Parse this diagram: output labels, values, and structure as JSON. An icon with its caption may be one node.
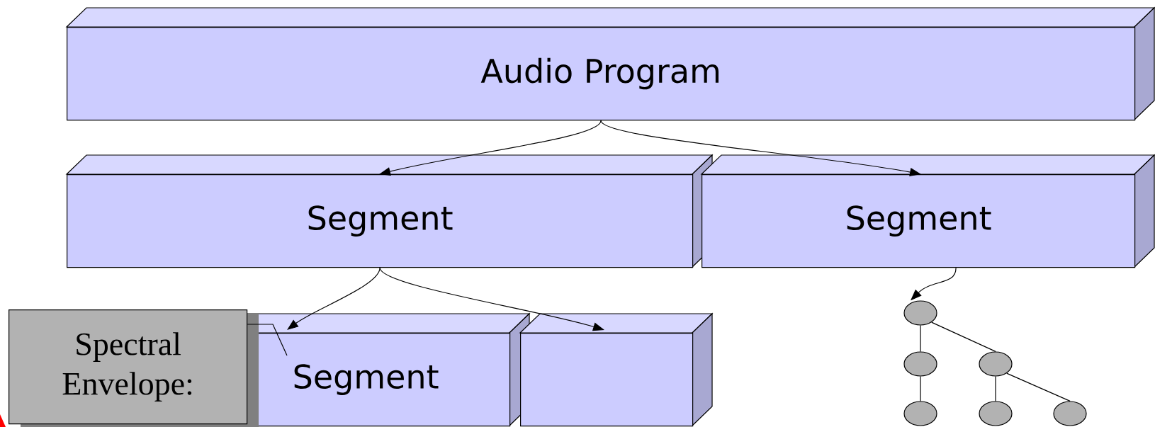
{
  "diagram": {
    "nodes": [
      {
        "text": [
          "Audio Program"
        ]
      },
      {
        "text": [
          "Segment"
        ]
      },
      {
        "text": [
          "Segment"
        ]
      },
      {
        "text": [
          "Segment"
        ]
      },
      {
        "text": [],
        "shape": "box"
      },
      {
        "text": [
          "Spectral Envelope:"
        ]
      },
      {
        "text": [],
        "shape": "circle"
      },
      {
        "text": [],
        "shape": "circle"
      },
      {
        "text": [],
        "shape": "circle"
      },
      {
        "text": [],
        "shape": "circle"
      },
      {
        "text": [],
        "shape": "circle"
      },
      {
        "text": [],
        "shape": "circle"
      }
    ],
    "edges": [
      {
        "from": 0,
        "to": 1,
        "arrow": "to"
      },
      {
        "from": 0,
        "to": 2,
        "arrow": "to"
      },
      {
        "from": 1,
        "to": 3,
        "arrow": "to"
      },
      {
        "from": 1,
        "to": 4,
        "arrow": "to"
      },
      {
        "from": 2,
        "to": 6,
        "arrow": "to"
      },
      {
        "from": 5,
        "to": 3,
        "arrow": "none"
      },
      {
        "from": 6,
        "to": 7,
        "arrow": "none"
      },
      {
        "from": 6,
        "to": 8,
        "arrow": "none"
      },
      {
        "from": 7,
        "to": 9,
        "arrow": "none"
      },
      {
        "from": 8,
        "to": 10,
        "arrow": "none"
      },
      {
        "from": 8,
        "to": 11,
        "arrow": "none"
      }
    ]
  }
}
